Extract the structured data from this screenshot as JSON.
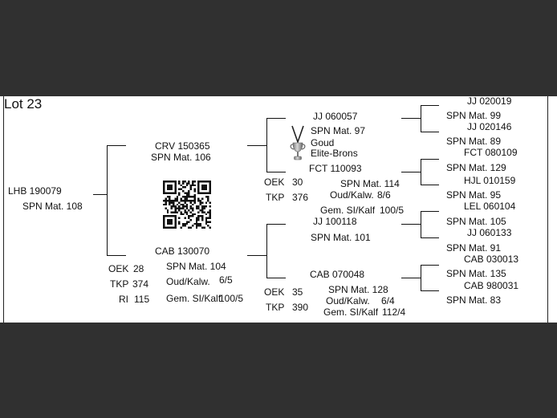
{
  "lot": {
    "title": "Lot 23"
  },
  "icons": {
    "award": "trophy-icon",
    "code": "qr-code"
  },
  "colors": {
    "band": "#303030",
    "sheet": "#ffffff",
    "text": "#111111"
  },
  "subject": {
    "name": "LHB 190079",
    "spn": "SPN Mat. 108"
  },
  "sire": {
    "name": "CRV 150365",
    "spn": "SPN Mat. 106"
  },
  "dam": {
    "name": "CAB 130070",
    "spn": "SPN Mat. 104",
    "oek_label": "OEK",
    "oek": "28",
    "tkp_label": "TKP",
    "tkp": "374",
    "ri_label": "RI",
    "ri": "115",
    "oud_kalw_label": "Oud/Kalw.",
    "oud_kalw": "6/5",
    "gem_label": "Gem. SI/Kalf",
    "gem": "100/5"
  },
  "sire_sire": {
    "name": "JJ 060057",
    "spn": "SPN Mat. 97",
    "award_1": "Goud",
    "award_2": "Elite-Brons"
  },
  "sire_dam": {
    "name": "FCT 110093",
    "spn": "SPN Mat. 114",
    "oek_label": "OEK",
    "oek": "30",
    "tkp_label": "TKP",
    "tkp": "376",
    "oud_kalw_label": "Oud/Kalw.",
    "oud_kalw": "8/6",
    "gem_label": "Gem. SI/Kalf",
    "gem": "100/5"
  },
  "dam_sire": {
    "name": "JJ 100118",
    "spn": "SPN Mat. 101"
  },
  "dam_dam": {
    "name": "CAB 070048",
    "spn": "SPN Mat. 128",
    "oek_label": "OEK",
    "oek": "35",
    "tkp_label": "TKP",
    "tkp": "390",
    "oud_kalw_label": "Oud/Kalw.",
    "oud_kalw": "6/4",
    "gem_label": "Gem. SI/Kalf",
    "gem": "112/4"
  },
  "great_grandparents": [
    {
      "name": "JJ 020019",
      "spn": "SPN Mat. 99"
    },
    {
      "name": "JJ 020146",
      "spn": "SPN Mat. 89"
    },
    {
      "name": "FCT 080109",
      "spn": "SPN Mat. 129"
    },
    {
      "name": "HJL 010159",
      "spn": "SPN Mat. 95"
    },
    {
      "name": "LEL 060104",
      "spn": "SPN Mat. 105"
    },
    {
      "name": "JJ 060133",
      "spn": "SPN Mat. 91"
    },
    {
      "name": "CAB 030013",
      "spn": "SPN Mat. 135"
    },
    {
      "name": "CAB 980031",
      "spn": "SPN Mat. 83"
    }
  ]
}
